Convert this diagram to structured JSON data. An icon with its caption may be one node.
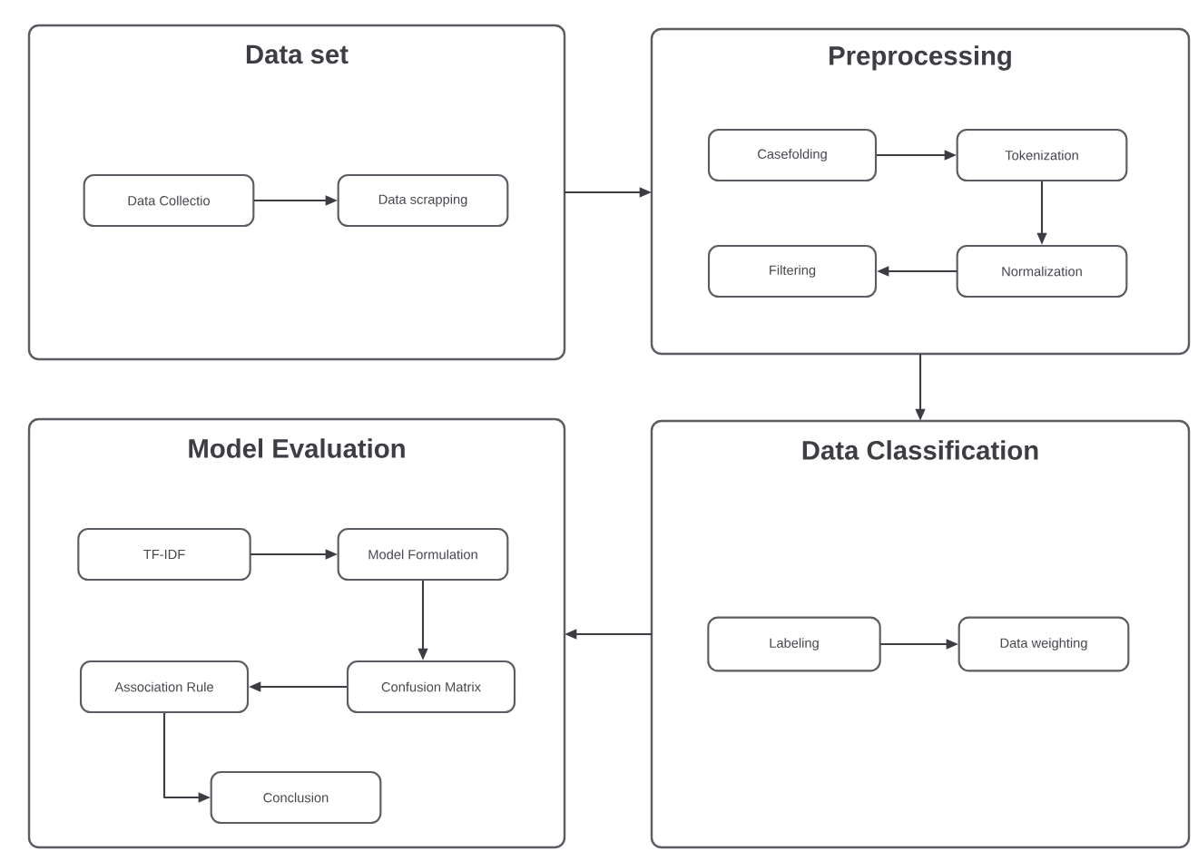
{
  "diagram": {
    "nodes": [
      {
        "text": [
          "Data set"
        ]
      },
      {
        "text": [
          "Data Collectio"
        ],
        "in": 0
      },
      {
        "text": [
          "Data scrapping"
        ],
        "in": 0
      },
      {
        "text": [
          "Preprocessing"
        ]
      },
      {
        "text": [
          "Casefolding"
        ],
        "in": 3
      },
      {
        "text": [
          "Tokenization"
        ],
        "in": 3
      },
      {
        "text": [
          "Filtering"
        ],
        "in": 3
      },
      {
        "text": [
          "Normalization"
        ],
        "in": 3
      },
      {
        "text": [
          "Model Evaluation"
        ]
      },
      {
        "text": [
          "TF-IDF"
        ],
        "in": 8
      },
      {
        "text": [
          "Model Formulation"
        ],
        "in": 8
      },
      {
        "text": [
          "Association Rule"
        ],
        "in": 8
      },
      {
        "text": [
          "Confusion Matrix"
        ],
        "in": 8
      },
      {
        "text": [
          "Conclusion"
        ],
        "in": 8
      },
      {
        "text": [
          "Data Classification"
        ]
      },
      {
        "text": [
          "Labeling"
        ],
        "in": 14
      },
      {
        "text": [
          "Data weighting"
        ],
        "in": 14
      }
    ],
    "edges": [
      {
        "from": 1,
        "to": 2,
        "arrow": "to"
      },
      {
        "from": 0,
        "to": 3,
        "arrow": "to"
      },
      {
        "from": 4,
        "to": 5,
        "arrow": "to"
      },
      {
        "from": 5,
        "to": 7,
        "arrow": "to"
      },
      {
        "from": 7,
        "to": 6,
        "arrow": "to"
      },
      {
        "from": 3,
        "to": 14,
        "arrow": "to"
      },
      {
        "from": 14,
        "to": 8,
        "arrow": "to"
      },
      {
        "from": 15,
        "to": 16,
        "arrow": "to"
      },
      {
        "from": 9,
        "to": 10,
        "arrow": "to"
      },
      {
        "from": 10,
        "to": 12,
        "arrow": "to"
      },
      {
        "from": 12,
        "to": 11,
        "arrow": "to"
      },
      {
        "from": 11,
        "to": 13,
        "arrow": "to"
      }
    ]
  }
}
